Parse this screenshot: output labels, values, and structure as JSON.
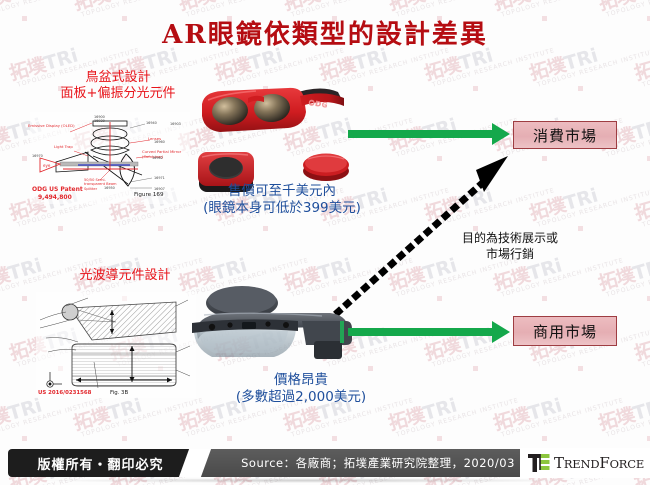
{
  "slide": {
    "title": "AR眼鏡依類型的設計差異",
    "title_color": "#b50d12",
    "background": "#fdfdfd"
  },
  "watermark": {
    "cn_text": "拓墣TRi",
    "sub_text": "TOPOLOGY RESEARCH INSTITUTE",
    "cn_color": "#f0d9dc",
    "tri_color": "#e6e6ea"
  },
  "branches": [
    {
      "id": "birdbath",
      "design_label_line1": "鳥盆式設計",
      "design_label_line2": "面板+偏振分光元件",
      "design_label_color": "#e8151b",
      "price_line1": "售價可至千美元內",
      "price_line2": "(眼鏡本身可低於399美元)",
      "price_color": "#1f4f9c",
      "market_label": "消費市場",
      "arrow_color": "#14a84b",
      "patent": {
        "owner": "ODG US Patent",
        "number": "9,494,800",
        "figure": "Figure 169",
        "callouts": [
          "Emissive Display (OLED)",
          "Light Trap",
          "Lenses",
          "Curved Partial Mirror (Combiner)",
          "50/50 Semi-transparent Beam Splitter",
          "eye"
        ],
        "refnums": [
          "16900",
          "16930",
          "16940",
          "16903",
          "16970",
          "16950",
          "16960",
          "16962",
          "16971",
          "16907"
        ]
      }
    },
    {
      "id": "waveguide",
      "design_label_line1": "光波導元件設計",
      "design_label_line2": "",
      "design_label_color": "#e8151b",
      "price_line1": "價格昂貴",
      "price_line2": "(多數超過2,000美元)",
      "price_color": "#1f4f9c",
      "market_label": "商用市場",
      "arrow_color": "#14a84b",
      "patent": {
        "number": "US 2016/0231568",
        "figure": "Fig. 3B"
      }
    }
  ],
  "cross_note": {
    "line1": "目的為技術展示或",
    "line2": "市場行銷",
    "color": "#111111",
    "arrow_style": "dotted",
    "arrow_color": "#000000"
  },
  "market_box_style": {
    "fill": "#e5aeb3",
    "border": "#9e3d42"
  },
  "footer": {
    "copyright": "版權所有・翻印必究",
    "source": "Source：各廠商；拓墣產業研究院整理，2020/03",
    "brand": "TrendForce",
    "brand_accent": "#8cc63e"
  }
}
